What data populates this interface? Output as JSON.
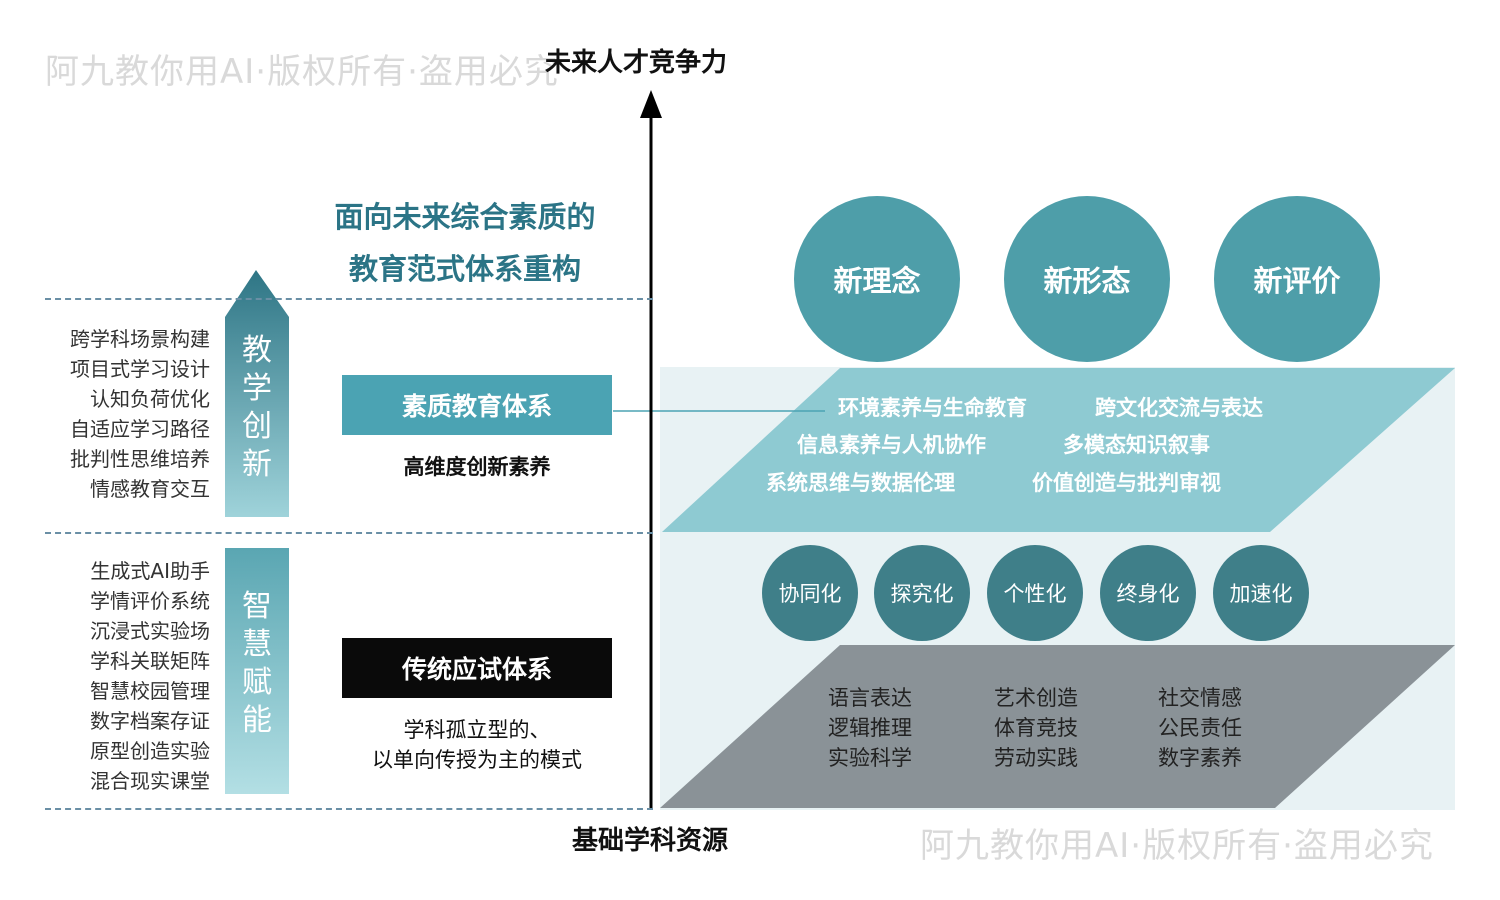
{
  "watermark": "阿九教你用AI·版权所有·盗用必究",
  "axis": {
    "top_label": "未来人才竞争力",
    "bottom_label": "基础学科资源"
  },
  "title": {
    "line1": "面向未来综合素质的",
    "line2": "教育范式体系重构"
  },
  "teaching_innovation": {
    "label_chars": [
      "教",
      "学",
      "创",
      "新"
    ],
    "items": [
      "跨学科场景构建",
      "项目式学习设计",
      "认知负荷优化",
      "自适应学习路径",
      "批判性思维培养",
      "情感教育交互"
    ]
  },
  "smart_empowerment": {
    "label_chars": [
      "智",
      "慧",
      "赋",
      "能"
    ],
    "items": [
      "生成式AI助手",
      "学情评价系统",
      "沉浸式实验场",
      "学科关联矩阵",
      "智慧校园管理",
      "数字档案存证",
      "原型创造实验",
      "混合现实课堂"
    ]
  },
  "quality_system": {
    "label": "素质教育体系",
    "subtitle": "高维度创新素养"
  },
  "traditional_system": {
    "label": "传统应试体系",
    "subtitle_line1": "学科孤立型的、",
    "subtitle_line2": "以单向传授为主的模式"
  },
  "new_circles": [
    "新理念",
    "新形态",
    "新评价"
  ],
  "upper_plane_items": [
    "环境素养与生命教育",
    "跨文化交流与表达",
    "信息素养与人机协作",
    "多模态知识叙事",
    "系统思维与数据伦理",
    "价值创造与批判审视"
  ],
  "middle_circles": [
    "协同化",
    "探究化",
    "个性化",
    "终身化",
    "加速化"
  ],
  "lower_plane_columns": [
    [
      "语言表达",
      "逻辑推理",
      "实验科学"
    ],
    [
      "艺术创造",
      "体育竞技",
      "劳动实践"
    ],
    [
      "社交情感",
      "公民责任",
      "数字素养"
    ]
  ],
  "colors": {
    "teal_dark": "#2b7486",
    "teal_circle": "#4e9ea9",
    "teal_box": "#4ba3b3",
    "upper_plane": "#8ecad2",
    "lower_plane": "#8a9297",
    "panel_bg": "#e8f2f4",
    "black_box": "#0a0a0a"
  }
}
